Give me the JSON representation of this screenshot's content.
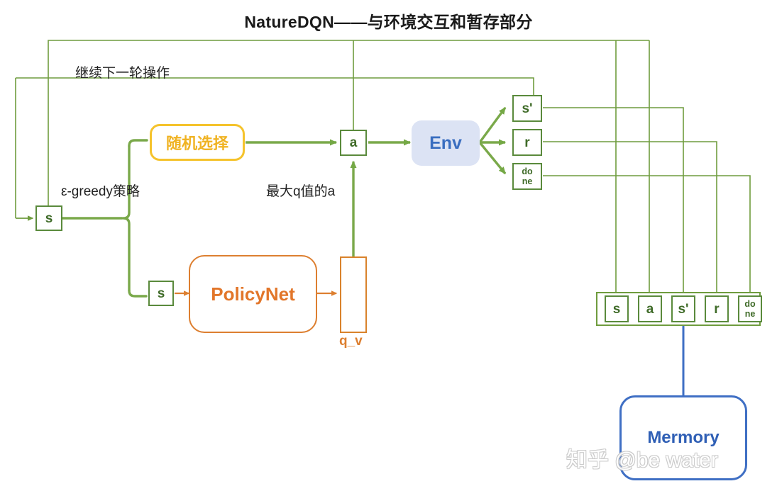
{
  "title": "NatureDQN——与环境交互和暂存部分",
  "colors": {
    "green_line": "#6f9c3e",
    "green_text": "#3f6b28",
    "orange": "#dd7f30",
    "yellow": "#f0b323",
    "blue": "#3a6ec0",
    "env_fill": "#dce3f4",
    "memory_border": "#3f6fc4"
  },
  "labels": {
    "next_round": "继续下一轮操作",
    "epsilon_greedy": "ε-greedy策略",
    "max_q_action": "最大q值的a",
    "q_v": "q_v"
  },
  "nodes": {
    "state_in": "s",
    "random_select": "随机选择",
    "policy_state": "s",
    "policy_net": "PolicyNet",
    "action": "a",
    "env": "Env",
    "next_state": "s'",
    "reward": "r",
    "done_line1": "do",
    "done_line2": "ne",
    "memory": "Mermory"
  },
  "transition_tuple": [
    {
      "name": "tuple-s",
      "text": "s",
      "two_line": false
    },
    {
      "name": "tuple-a",
      "text": "a",
      "two_line": false
    },
    {
      "name": "tuple-s-prime",
      "text": "s'",
      "two_line": false
    },
    {
      "name": "tuple-r",
      "text": "r",
      "two_line": false
    },
    {
      "name": "tuple-done-l1",
      "text": "do",
      "two_line": true
    },
    {
      "name": "tuple-done-l2",
      "text": "ne",
      "two_line": true
    }
  ],
  "watermark": "知乎 @be water"
}
